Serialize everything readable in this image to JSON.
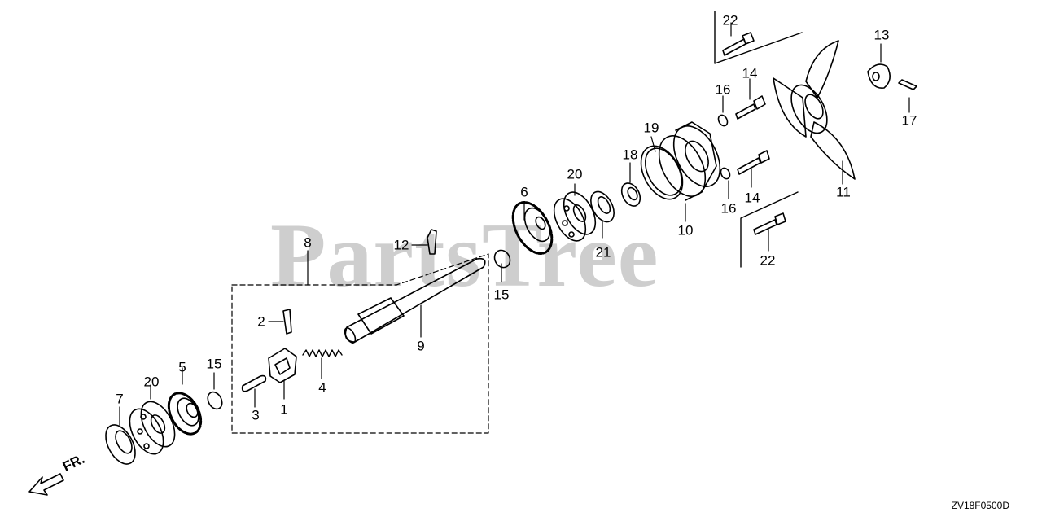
{
  "watermark": "PartsTree",
  "diagram_code": "ZV18F0500D",
  "direction_label": "FR.",
  "callouts": [
    {
      "id": "c22a",
      "text": "22"
    },
    {
      "id": "c13",
      "text": "13"
    },
    {
      "id": "c14a",
      "text": "14"
    },
    {
      "id": "c16a",
      "text": "16"
    },
    {
      "id": "c17",
      "text": "17"
    },
    {
      "id": "c19",
      "text": "19"
    },
    {
      "id": "c18",
      "text": "18"
    },
    {
      "id": "c20a",
      "text": "20"
    },
    {
      "id": "c6",
      "text": "6"
    },
    {
      "id": "c14b",
      "text": "14"
    },
    {
      "id": "c16b",
      "text": "16"
    },
    {
      "id": "c11",
      "text": "11"
    },
    {
      "id": "c10",
      "text": "10"
    },
    {
      "id": "c21",
      "text": "21"
    },
    {
      "id": "c22b",
      "text": "22"
    },
    {
      "id": "c8",
      "text": "8"
    },
    {
      "id": "c12",
      "text": "12"
    },
    {
      "id": "c15a",
      "text": "15"
    },
    {
      "id": "c2",
      "text": "2"
    },
    {
      "id": "c9",
      "text": "9"
    },
    {
      "id": "c4",
      "text": "4"
    },
    {
      "id": "c15b",
      "text": "15"
    },
    {
      "id": "c5",
      "text": "5"
    },
    {
      "id": "c20b",
      "text": "20"
    },
    {
      "id": "c7",
      "text": "7"
    },
    {
      "id": "c3",
      "text": "3"
    },
    {
      "id": "c1",
      "text": "1"
    }
  ]
}
